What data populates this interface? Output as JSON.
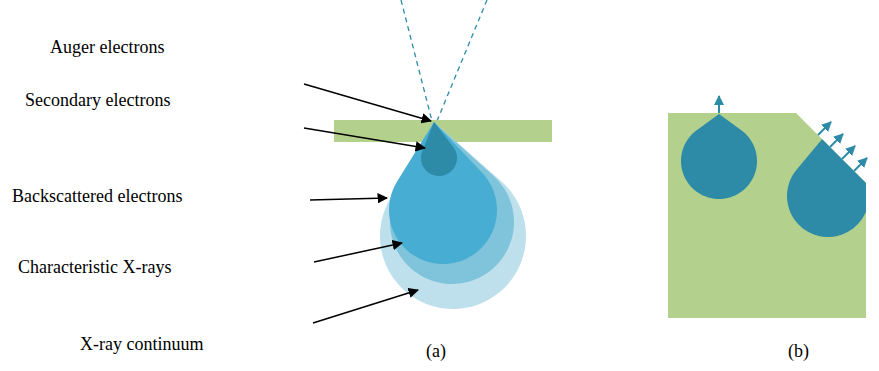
{
  "diagram": {
    "labels": [
      "Auger electrons",
      "Secondary electrons",
      "Backscattered electrons",
      "Characteristic X-rays",
      "X-ray continuum",
      "(a)",
      "(b)"
    ]
  }
}
